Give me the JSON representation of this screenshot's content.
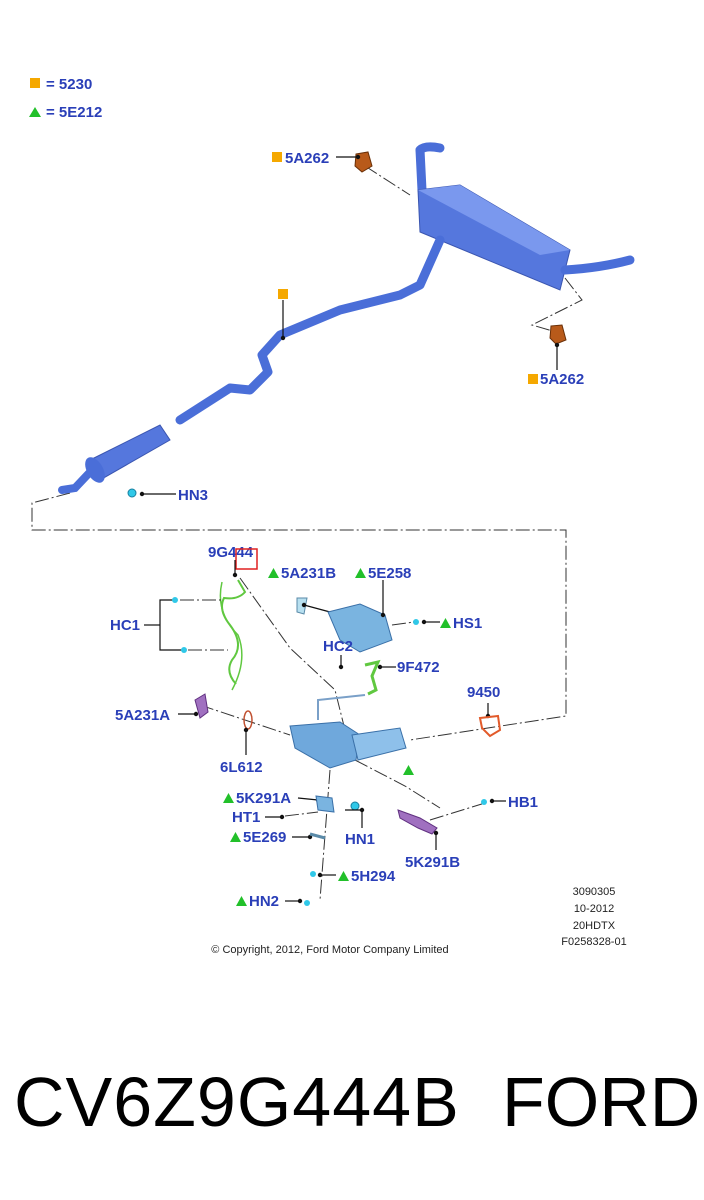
{
  "legend": [
    {
      "symbol": "square",
      "color": "#f5a800",
      "text": "= 5230"
    },
    {
      "symbol": "triangle",
      "color": "#22c02a",
      "text": "= 5E212"
    }
  ],
  "labels": {
    "5A262_top": "5A262",
    "5A262_right": "5A262",
    "HN3": "HN3",
    "9G444": "9G444",
    "5A231B": "5A231B",
    "5E258": "5E258",
    "HS1": "HS1",
    "HC1": "HC1",
    "HC2": "HC2",
    "9F472": "9F472",
    "9450": "9450",
    "5A231A": "5A231A",
    "6L612": "6L612",
    "5K291A": "5K291A",
    "HT1": "HT1",
    "HB1": "HB1",
    "HN1": "HN1",
    "5E269": "5E269",
    "5K291B": "5K291B",
    "5H294": "5H294",
    "HN2": "HN2"
  },
  "meta": [
    "3090305",
    "10-2012",
    "20HDTX",
    "F0258328-01"
  ],
  "copyright": "© Copyright, 2012, Ford Motor Company Limited",
  "footer": {
    "part_number": "CV6Z9G444B",
    "brand": "FORD"
  },
  "colors": {
    "label": "#2a3fb8",
    "pipe": "#4a6ed8",
    "square": "#f5a800",
    "triangle": "#22c02a",
    "highlight": "#e02020"
  }
}
